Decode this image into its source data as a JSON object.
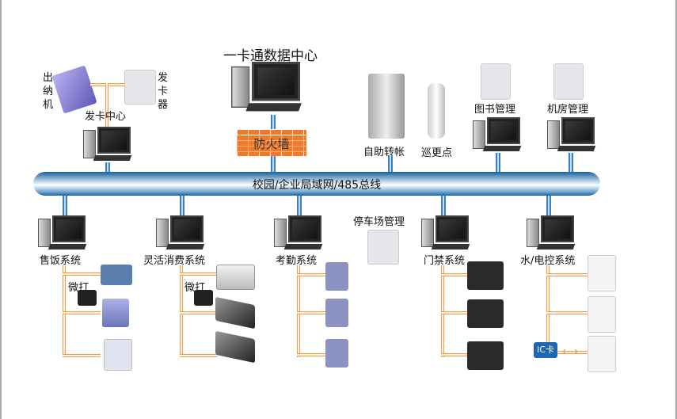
{
  "title": "一卡通数据中心",
  "bus_label": "校园/企业局域网/485总线",
  "firewall": "防火墙",
  "issuing": {
    "cashier": "出纳机",
    "card_issuer": "发卡器",
    "center": "发卡中心"
  },
  "top_nodes": {
    "self_service": "自助转帐",
    "patrol": "巡更点",
    "library": "图书管理",
    "machine_room": "机房管理"
  },
  "parking": "停车场管理",
  "groups": {
    "canteen": "售饭系统",
    "flex": "灵活消费系统",
    "attendance": "考勤系统",
    "access": "门禁系统",
    "utility": "水/电控系统"
  },
  "printer": "微打",
  "ic_card": "IC卡",
  "colors": {
    "bus": "#1d5f9a",
    "wire": "#f59a45",
    "firewall": "#f07a2a"
  }
}
